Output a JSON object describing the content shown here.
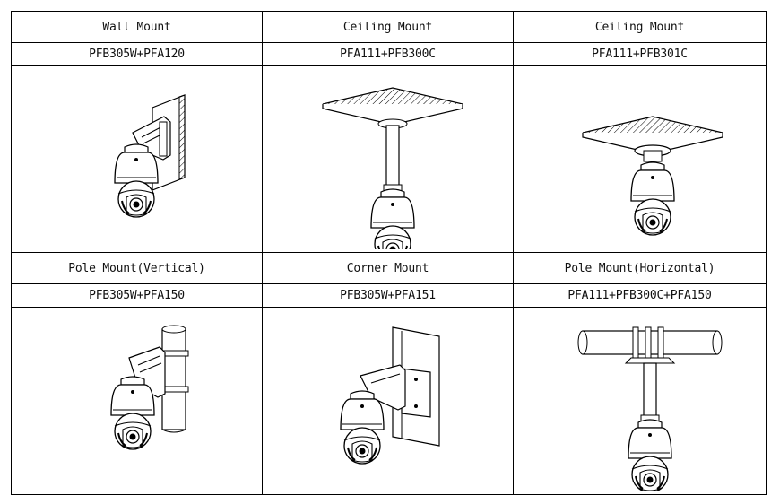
{
  "rows": [
    {
      "cells": [
        {
          "name": "Wall Mount",
          "model": "PFB305W+PFA120",
          "icon": "wall-mount-camera-icon"
        },
        {
          "name": "Ceiling Mount",
          "model": "PFA111+PFB300C",
          "icon": "ceiling-pendant-mount-camera-icon"
        },
        {
          "name": "Ceiling Mount",
          "model": "PFA111+PFB301C",
          "icon": "ceiling-flush-mount-camera-icon"
        }
      ]
    },
    {
      "cells": [
        {
          "name": "Pole Mount(Vertical)",
          "model": "PFB305W+PFA150",
          "icon": "vertical-pole-mount-camera-icon"
        },
        {
          "name": "Corner Mount",
          "model": "PFB305W+PFA151",
          "icon": "corner-mount-camera-icon"
        },
        {
          "name": "Pole Mount(Horizontal)",
          "model": "PFA111+PFB300C+PFA150",
          "icon": "horizontal-pole-mount-camera-icon"
        }
      ]
    }
  ]
}
